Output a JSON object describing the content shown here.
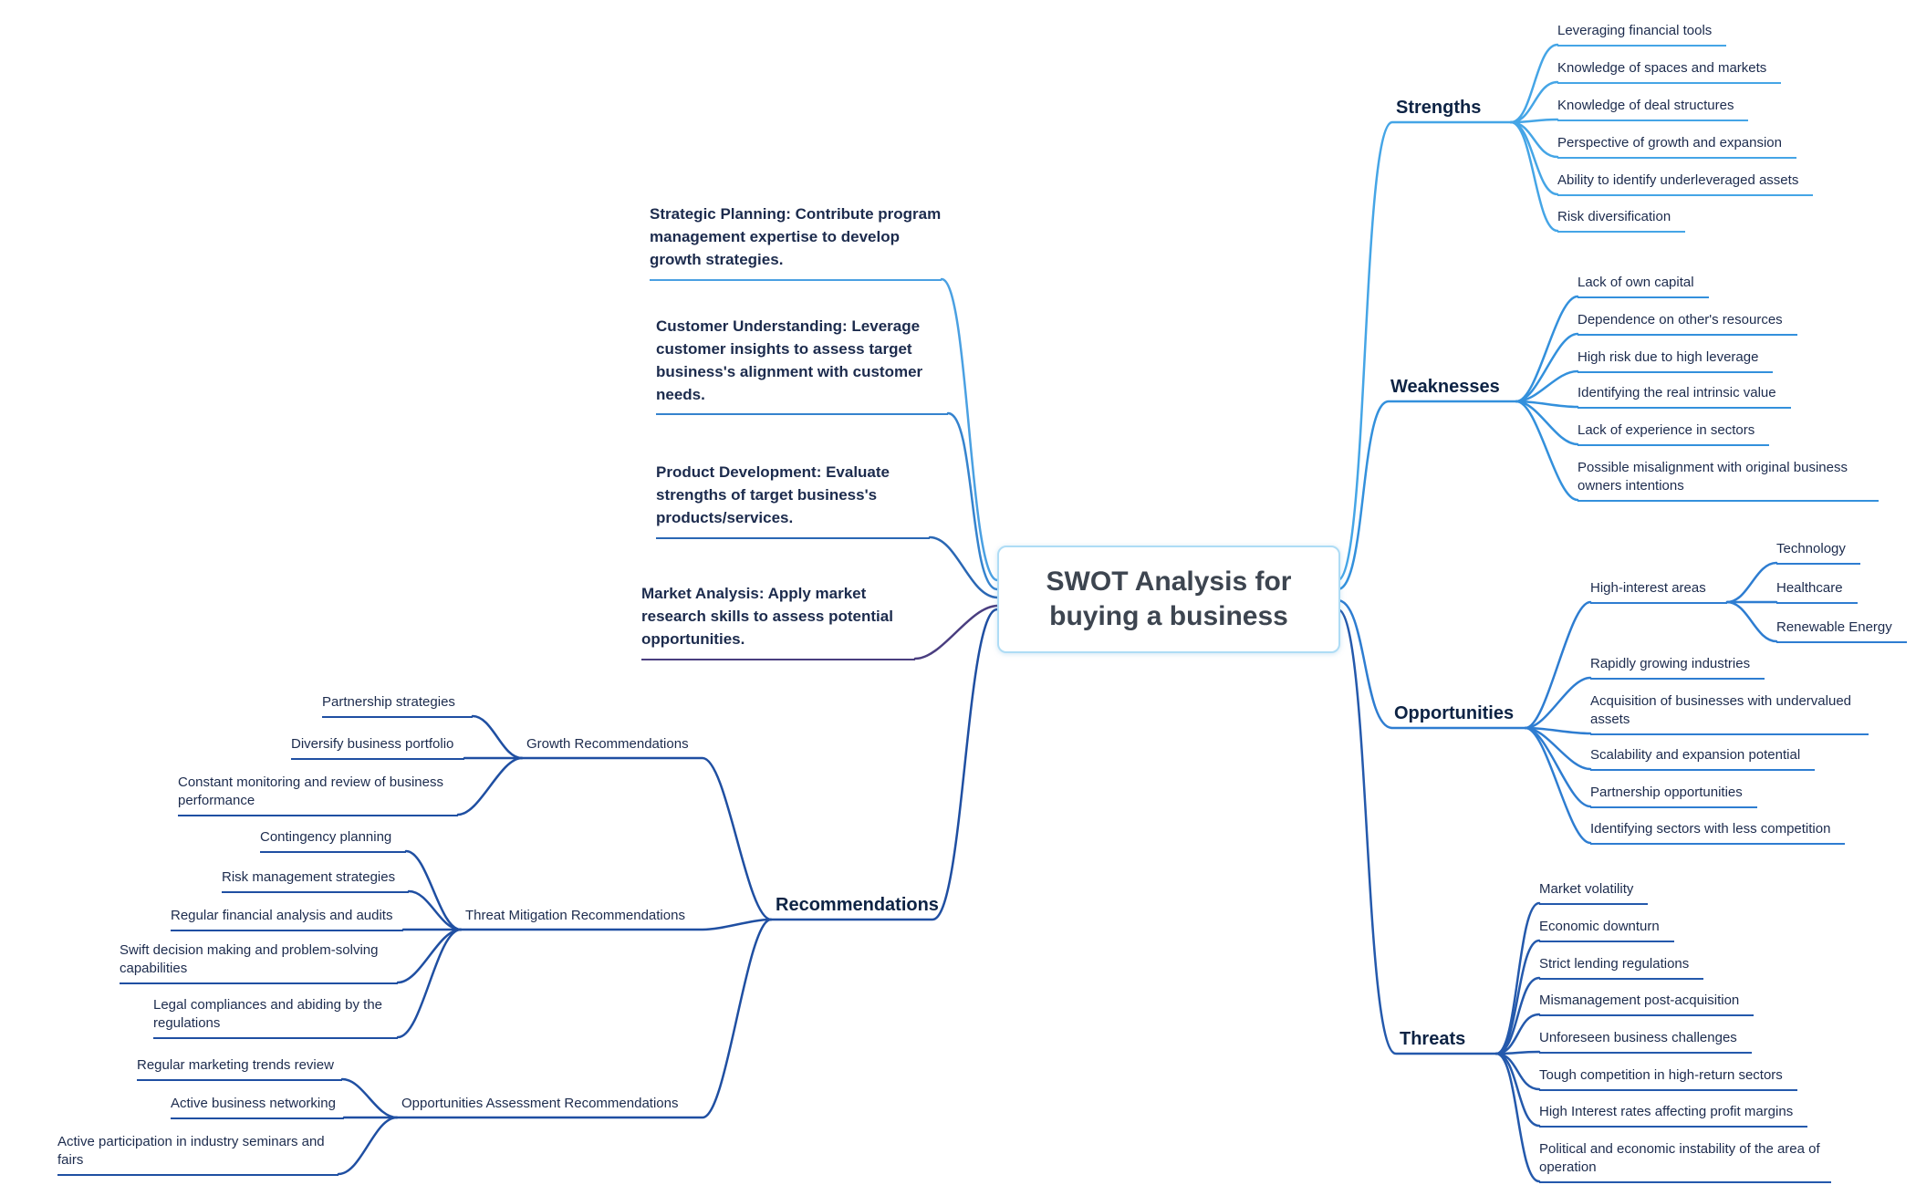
{
  "central": {
    "title": "SWOT Analysis for buying a business"
  },
  "branches": {
    "strengths": {
      "label": "Strengths",
      "color": "#45A5E6",
      "items": [
        "Leveraging financial tools",
        "Knowledge of spaces and markets",
        "Knowledge of deal structures",
        "Perspective of growth and expansion",
        "Ability to identify underleveraged assets",
        "Risk diversification"
      ]
    },
    "weaknesses": {
      "label": "Weaknesses",
      "color": "#3390DC",
      "items": [
        "Lack of own capital",
        "Dependence on other's resources",
        "High risk due to high leverage",
        "Identifying the real intrinsic value",
        "Lack of experience in sectors",
        "Possible misalignment with original business owners intentions"
      ]
    },
    "opportunities": {
      "label": "Opportunities",
      "color": "#2E7DD1",
      "items": [
        "High-interest areas",
        "Rapidly growing industries",
        "Acquisition of businesses with undervalued assets",
        "Scalability and expansion potential",
        "Partnership opportunities",
        "Identifying sectors with less competition"
      ],
      "sub_items": [
        "Technology",
        "Healthcare",
        "Renewable Energy"
      ]
    },
    "threats": {
      "label": "Threats",
      "color": "#2459AC",
      "items": [
        "Market volatility",
        "Economic downturn",
        "Strict lending regulations",
        "Mismanagement post-acquisition",
        "Unforeseen business challenges",
        "Tough competition in high-return sectors",
        "High Interest rates affecting profit margins",
        "Political and economic instability of the area of operation"
      ]
    },
    "recommendations": {
      "label": "Recommendations",
      "color": "#1F4FA2",
      "groups": [
        {
          "label": "Growth Recommendations",
          "items": [
            "Partnership strategies",
            "Diversify business portfolio",
            "Constant monitoring and review of business performance"
          ]
        },
        {
          "label": "Threat Mitigation Recommendations",
          "items": [
            "Contingency planning",
            "Risk management strategies",
            "Regular financial analysis and audits",
            "Swift decision making and problem-solving capabilities",
            "Legal compliances and abiding by the regulations"
          ]
        },
        {
          "label": "Opportunities Assessment Recommendations",
          "items": [
            "Regular marketing trends review",
            "Active business networking",
            "Active participation in industry seminars and fairs"
          ]
        }
      ]
    }
  },
  "notes": [
    "Strategic Planning: Contribute program management expertise to develop growth strategies.",
    "Customer Understanding: Leverage customer insights to assess target business's alignment with customer needs.",
    "Product Development: Evaluate strengths of target business's products/services.",
    "Market Analysis: Apply market research skills to assess potential opportunities."
  ]
}
